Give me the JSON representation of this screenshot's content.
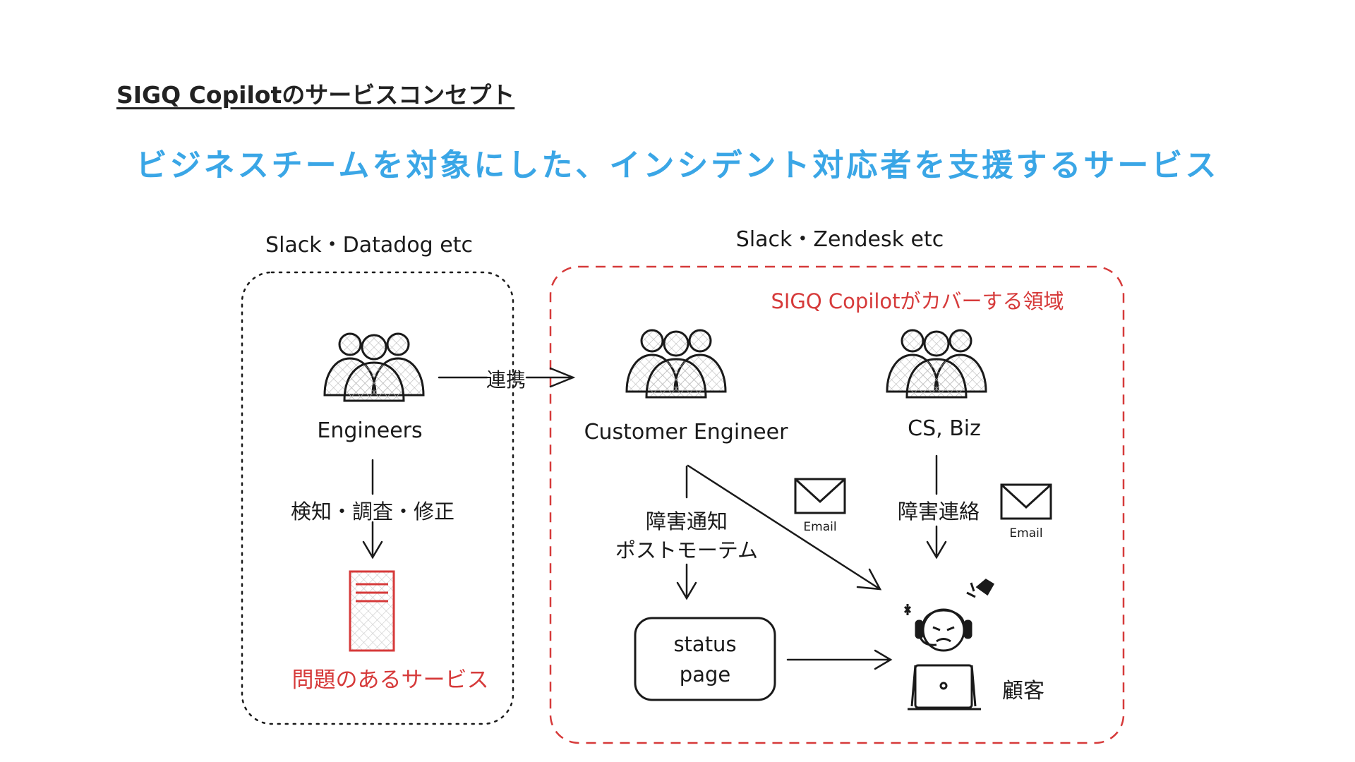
{
  "title": "SIGQ Copilotのサービスコンセプト",
  "headline": "ビジネスチームを対象にした、インシデント対応者を支援するサービス",
  "left_group": {
    "tools": "Slack・Datadog etc",
    "actor": "Engineers",
    "action": "検知・調査・修正",
    "target": "問題のあるサービス"
  },
  "link_label": "連携",
  "right_group": {
    "tools": "Slack・Zendesk etc",
    "area_label": "SIGQ Copilotがカバーする領域",
    "customer_engineer": "Customer Engineer",
    "cs_biz": "CS, Biz",
    "ce_action_1": "障害通知",
    "ce_action_2": "ポストモーテム",
    "cs_action": "障害連絡",
    "email_1": "Email",
    "email_2": "Email",
    "status_page_1": "status",
    "status_page_2": "page",
    "customer": "顧客"
  },
  "colors": {
    "accent_blue": "#3aa6e6",
    "accent_red": "#d63a3a",
    "ink": "#1a1a1a"
  }
}
